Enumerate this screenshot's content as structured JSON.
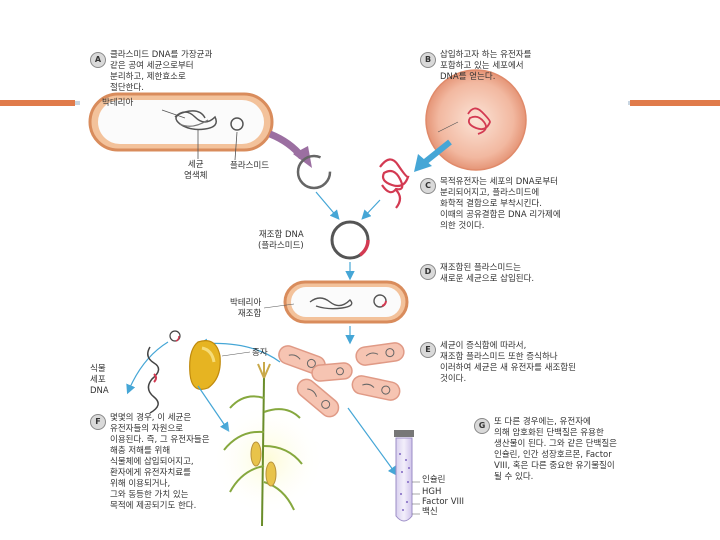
{
  "labels": {
    "bacteria": "박테리아",
    "chromosome": "세균\n염색체",
    "plasmid": "플라스미드",
    "recombinant": "재조합 DNA\n(플라스미드)",
    "recombinant_bacteria": "박테리아\n재조합",
    "plant_cell_dna": "식물\n세포\nDNA",
    "seed": "종자",
    "products": [
      "인슐린",
      "HGH",
      "Factor VIII",
      "백신"
    ]
  },
  "steps": [
    {
      "letter": "A",
      "text": "클라스미드 DNA를 가장균과\n같은 공여 세균으로부터\n분리하고, 제한효소로\n절단한다."
    },
    {
      "letter": "B",
      "text": "삽입하고자 하는 유전자를\n포함하고 있는 세포에서\nDNA를 얻는다."
    },
    {
      "letter": "C",
      "text": "목적유전자는 세포의 DNA로부터\n분리되어지고, 플라스미드에\n화학적 결합으로 부착시킨다.\n이때의 공유결합은 DNA 리가제에\n의한 것이다."
    },
    {
      "letter": "D",
      "text": "재조합된 플라스미드는\n새로운 세균으로 삽입된다."
    },
    {
      "letter": "E",
      "text": "세균이 증식함에 따라서,\n재조합 플라스미드 또한 증식하나\n이러하여 세균은 새 유전자를 새조합된\n것이다."
    },
    {
      "letter": "F",
      "text": "몇몇의 경우, 이 세균은\n유전자들의 자원으로\n이용된다. 즉, 그 유전자들은\n해충 저해를 위해\n식물체에 삽입되어지고,\n환자에게 유전자치료를\n위해 이용되거나,\n그와 동등한 가치 있는\n목적에 제공되기도 한다."
    },
    {
      "letter": "G",
      "text": "또 다른 경우에는, 유전자에\n의해 암호화된 단백질은 유용한\n생산물이 된다. 그와 같은 단백질은\n인슐린, 인간 성장호르몬, Factor\nVIII, 혹은 다른 중요한 유기물질이\n될 수 있다."
    }
  ]
}
